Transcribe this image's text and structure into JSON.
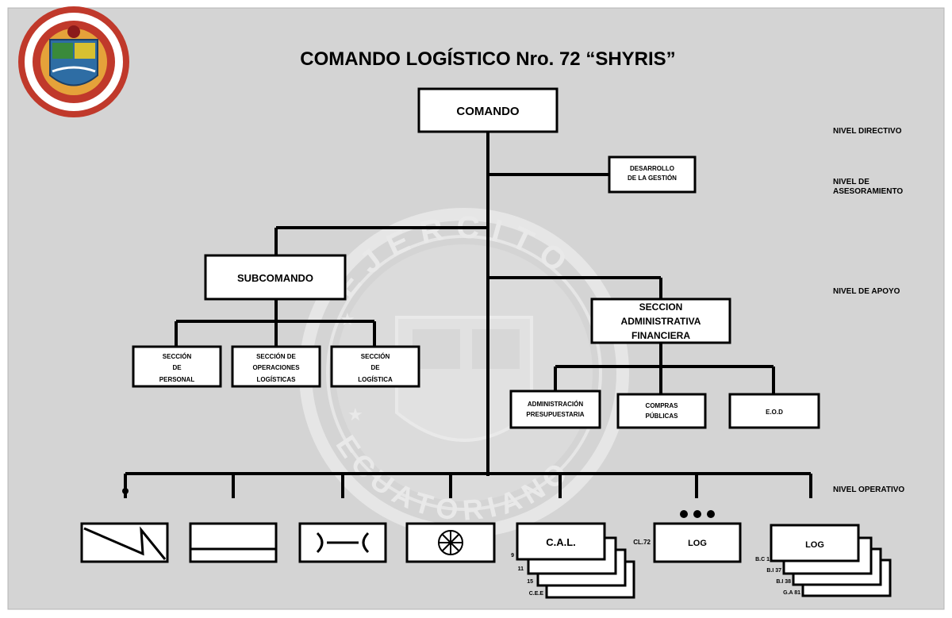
{
  "title": "COMANDO LOGÍSTICO Nro. 72 “SHYRIS”",
  "colors": {
    "page_background": "#d4d4d4",
    "box_fill": "#ffffff",
    "line": "#000000",
    "watermark": "#e6e6e6",
    "seal_ring": "#c0392b"
  },
  "watermark": {
    "top_text": "EJERCITO",
    "bottom_text": "ECUATORIANO"
  },
  "levels": {
    "directivo": "NIVEL DIRECTIVO",
    "asesoramiento_1": "NIVEL DE",
    "asesoramiento_2": "ASESORAMIENTO",
    "apoyo": "NIVEL DE APOYO",
    "operativo": "NIVEL OPERATIVO"
  },
  "nodes": {
    "comando": "COMANDO",
    "desarrollo_1": "DESARROLLO",
    "desarrollo_2": "DE LA GESTIÓN",
    "subcomando": "SUBCOMANDO",
    "sec_adm_1": "SECCION",
    "sec_adm_2": "ADMINISTRATIVA",
    "sec_adm_3": "FINANCIERA",
    "personal_1": "SECCIÓN",
    "personal_2": "DE",
    "personal_3": "PERSONAL",
    "operaciones_1": "SECCIÓN DE",
    "operaciones_2": "OPERACIONES",
    "operaciones_3": "LOGÍSTICAS",
    "logistica_1": "SECCIÓN",
    "logistica_2": "DE",
    "logistica_3": "LOGÍSTICA",
    "presupuesto_1": "ADMINISTRACIÓN",
    "presupuesto_2": "PRESUPUESTARIA",
    "compras_1": "COMPRAS",
    "compras_2": "PÚBLICAS",
    "eod": "E.O.D"
  },
  "operative": {
    "cal": "C.A.L.",
    "cal_labels": [
      "9",
      "11",
      "15",
      "C.E.E"
    ],
    "log_single": "LOG",
    "log_single_label": "CL.72",
    "log_multi": "LOG",
    "log_multi_labels": [
      "B.C 1",
      "B.I 37",
      "B.I 38",
      "G.A 81"
    ]
  }
}
